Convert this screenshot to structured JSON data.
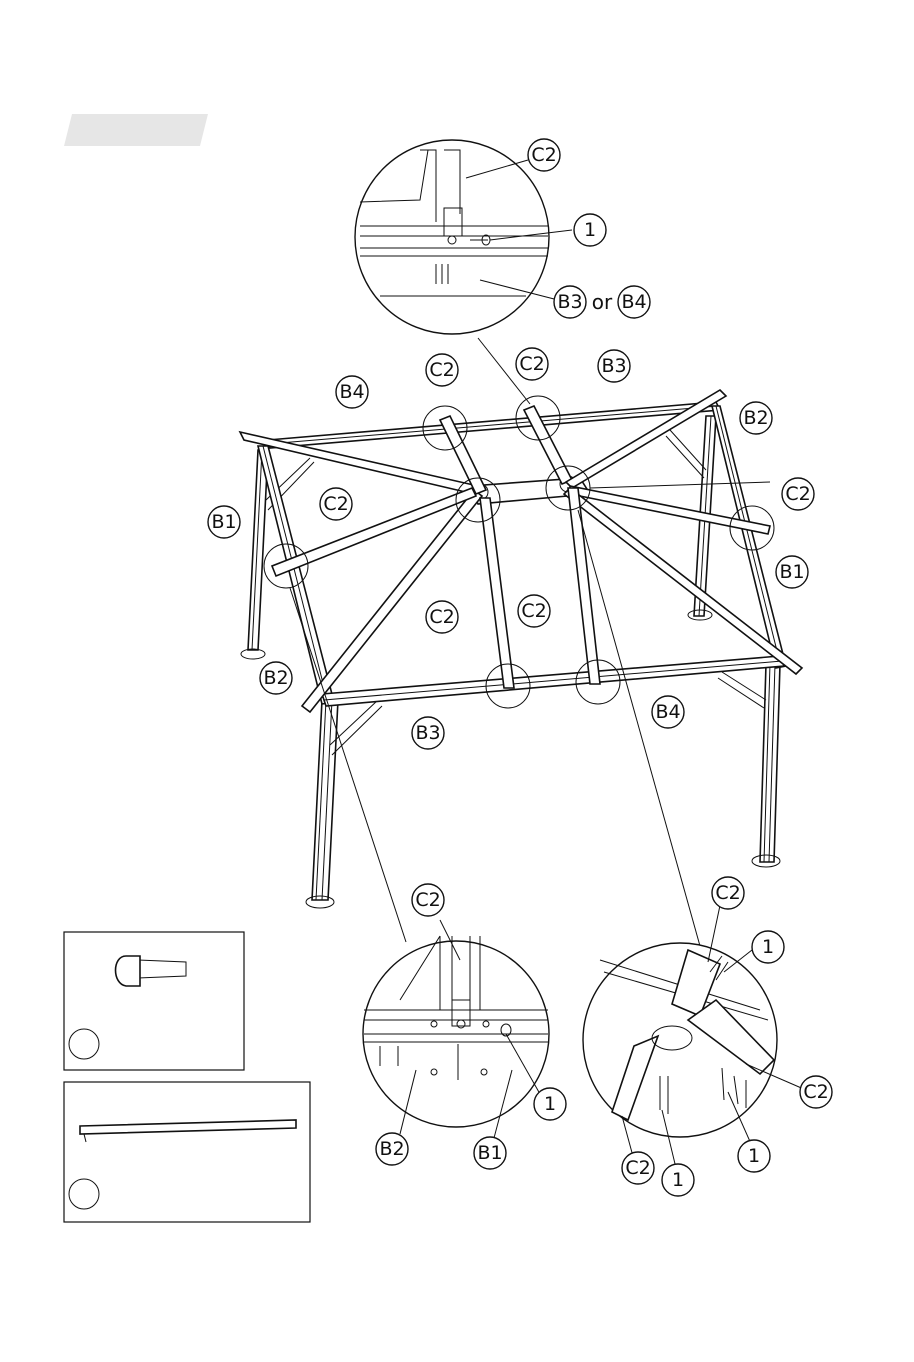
{
  "step_banner": {
    "color": "#e6e6e6"
  },
  "word_or": "or",
  "labels": {
    "top_detail_c2": "C2",
    "top_detail_1": "1",
    "top_detail_b3": "B3",
    "top_detail_b4": "B4",
    "frame_b4_back": "B4",
    "frame_c2_back_left": "C2",
    "frame_c2_back_right": "C2",
    "frame_b3_back": "B3",
    "frame_b2_right": "B2",
    "frame_c2_right": "C2",
    "frame_b1_right": "B1",
    "frame_b1_left": "B1",
    "frame_c2_left": "C2",
    "frame_c2_mid_left": "C2",
    "frame_c2_mid_right": "C2",
    "frame_b2_left": "B2",
    "frame_b3_front": "B3",
    "frame_b4_front": "B4",
    "bottom_left_c2": "C2",
    "bottom_left_1": "1",
    "bottom_left_b2": "B2",
    "bottom_left_b1": "B1",
    "bottom_right_c2_top": "C2",
    "bottom_right_1_top": "1",
    "bottom_right_c2_right": "C2",
    "bottom_right_1_right": "1",
    "bottom_right_c2_bottom": "C2",
    "bottom_right_1_bottom": "1"
  },
  "parts": [
    {
      "name": "bolt",
      "label": ""
    },
    {
      "name": "rafter",
      "label": ""
    }
  ]
}
